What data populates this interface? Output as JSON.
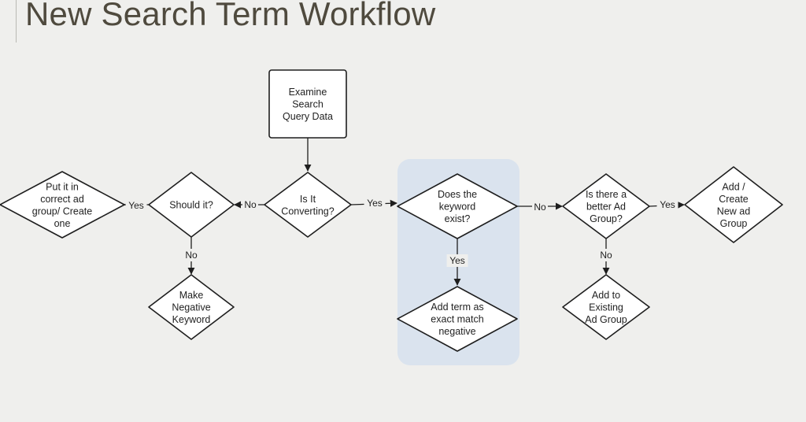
{
  "slide": {
    "title": "New Search Term Workflow"
  },
  "nodes": {
    "examine": {
      "type": "process",
      "lines": [
        "Examine",
        "Search",
        "Query Data"
      ]
    },
    "is_converting": {
      "type": "decision",
      "lines": [
        "Is It",
        "Converting?"
      ]
    },
    "should_it": {
      "type": "decision",
      "lines": [
        "Should it?"
      ]
    },
    "put_in_group": {
      "type": "decision",
      "lines": [
        "Put it in",
        "correct ad",
        "group/ Create",
        "one"
      ]
    },
    "make_negative": {
      "type": "decision",
      "lines": [
        "Make",
        "Negative",
        "Keyword"
      ]
    },
    "keyword_exist": {
      "type": "decision",
      "lines": [
        "Does the",
        "keyword",
        "exist?"
      ]
    },
    "add_exact_negative": {
      "type": "decision",
      "lines": [
        "Add term as",
        "exact match",
        "negative"
      ]
    },
    "better_group": {
      "type": "decision",
      "lines": [
        "Is there a",
        "better Ad",
        "Group?"
      ]
    },
    "add_new_group": {
      "type": "decision",
      "lines": [
        "Add /",
        "Create",
        "New ad",
        "Group"
      ]
    },
    "add_existing": {
      "type": "decision",
      "lines": [
        "Add to",
        "Existing",
        "Ad Group"
      ]
    }
  },
  "edges": [
    {
      "from": "examine",
      "to": "is_converting",
      "label": ""
    },
    {
      "from": "is_converting",
      "to": "should_it",
      "label": "No"
    },
    {
      "from": "should_it",
      "to": "put_in_group",
      "label": "Yes"
    },
    {
      "from": "should_it",
      "to": "make_negative",
      "label": "No"
    },
    {
      "from": "is_converting",
      "to": "keyword_exist",
      "label": "Yes"
    },
    {
      "from": "keyword_exist",
      "to": "add_exact_negative",
      "label": "Yes"
    },
    {
      "from": "keyword_exist",
      "to": "better_group",
      "label": "No"
    },
    {
      "from": "better_group",
      "to": "add_new_group",
      "label": "Yes"
    },
    {
      "from": "better_group",
      "to": "add_existing",
      "label": "No"
    }
  ],
  "colors": {
    "background": "#efefed",
    "highlight": "#dae3ee",
    "stroke": "#1e1e1e",
    "title": "#4f4a3e"
  }
}
